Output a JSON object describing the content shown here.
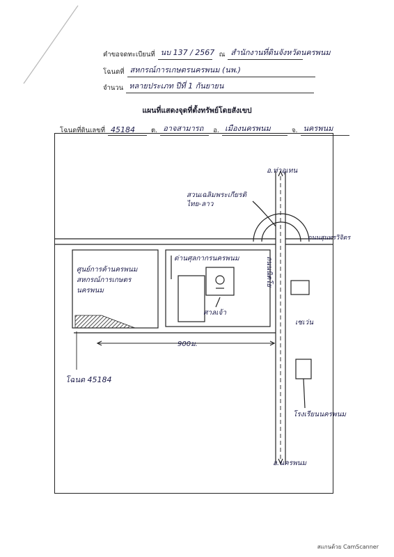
{
  "header": {
    "request_no_label": "คำขอจดทะเบียนที่",
    "request_no_value": "นบ 137 / 2567",
    "office_label": "ณ",
    "office_value": "สำนักงานที่ดินจังหวัดนครพนม",
    "name_label": "โฉนดที่",
    "name_value": "สหกรณ์การเกษตรนครพนม (นพ.)",
    "registration_label": "จำนวน",
    "registration_value": "หลายประเภท ปีที่ 1 กันยายน"
  },
  "title": "แผนที่แสดงจุดที่ตั้งทรัพย์โดยสังเขป",
  "deed": {
    "label": "โฉนดที่ดินเลขที่",
    "number": "45184",
    "tambon_label": "ต.",
    "tambon": "อาจสามารถ",
    "amphoe_label": "อ.",
    "amphoe": "เมืองนครพนม",
    "province_label": "จ.",
    "province": "นครพนม"
  },
  "map": {
    "road_top": "อ.ท่าอุเทน",
    "road_bottom": "อ.นครพนม",
    "roundabout": "สวนเฉลิมพระเกียรติ ไทย-ลาว",
    "right_road": "ถนนสุนทรวิจิตร",
    "main_road": "ถนนนิตโย",
    "center_building": "ด่านศุลกากรนครพนม",
    "shrine": "ศาลเจ้า",
    "big_building": "ศูนย์การค้านครพนม สหกรณ์การเกษตรนครพนม",
    "seven_eleven": "เซเว่น",
    "school": "โรงเรียนนครพนม",
    "distance": "900ม.",
    "parcel": "โฉนด 45184"
  },
  "footer": {
    "scanner": "สแกนด้วย CamScanner"
  }
}
